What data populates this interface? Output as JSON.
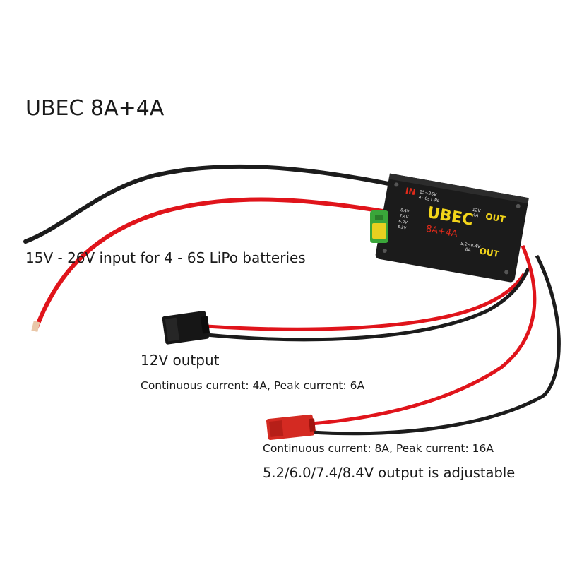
{
  "title": "UBEC 8A+4A",
  "input": {
    "caption": "15V - 26V input for 4 - 6S LiPo batteries"
  },
  "output_12v": {
    "title": "12V output",
    "spec": "Continuous current: 4A, Peak current: 6A"
  },
  "output_adjustable": {
    "spec": "Continuous current: 8A, Peak current: 16A",
    "adjustable": "5.2/6.0/7.4/8.4V output is adjustable"
  },
  "module": {
    "brand": "UBEC",
    "rating": "8A+4A",
    "in_label": "IN",
    "in_range": "15~26V",
    "in_cells": "4~6s LiPo",
    "out1_volt": "12V",
    "out1_amp": "4A",
    "out1_label": "OUT",
    "out2_volt": "5.2~8.4V",
    "out2_amp": "8A",
    "out2_label": "OUT",
    "switch_options": [
      "8.4V",
      "7.4V",
      "6.0V",
      "5.2V"
    ]
  },
  "colors": {
    "wire_red": "#e0141b",
    "wire_black": "#1c1c1c",
    "module_body": "#1b1b1b",
    "module_text_yellow": "#f3d51a",
    "module_text_red": "#e02a1a",
    "switch_green": "#3aa63a",
    "switch_yellow": "#e8d020",
    "jst_red": "#d42a22",
    "servo_black": "#161616"
  }
}
